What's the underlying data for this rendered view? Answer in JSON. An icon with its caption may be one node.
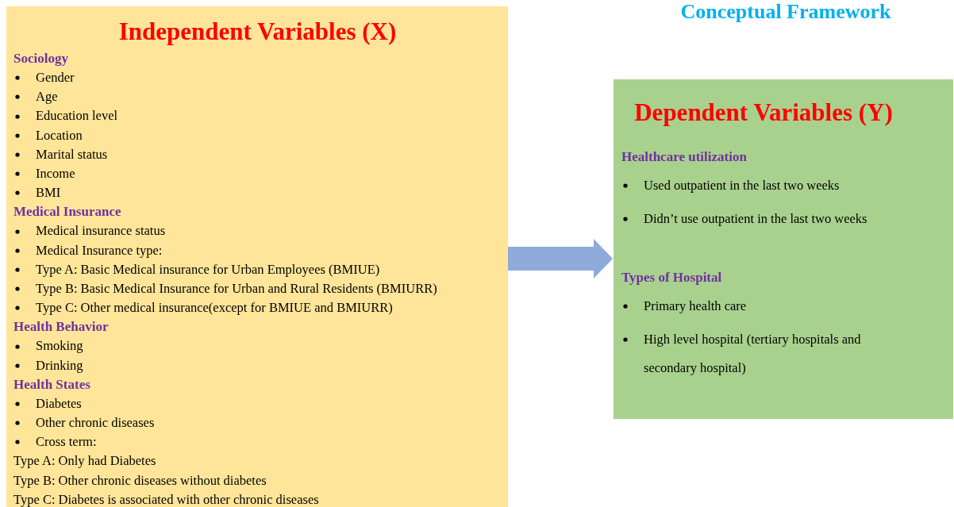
{
  "diagram": {
    "title": "Conceptual Framework",
    "nodes": [
      {
        "text": [
          "Independent Variables (X)",
          "Sociology",
          "Gender",
          "Age",
          "Education level",
          "Location",
          "Marital status",
          "Income",
          "BMI",
          "Medical Insurance",
          "Medical insurance status",
          "Medical Insurance type:",
          "Type A: Basic Medical insurance for Urban Employees (BMIUE)",
          "Type B: Basic Medical Insurance for Urban and Rural Residents (BMIURR)",
          "Type C: Other medical insurance(except for BMIUE and BMIURR)",
          "Health Behavior",
          "Smoking",
          "Drinking",
          "Health States",
          "Diabetes",
          "Other chronic diseases",
          "Cross term:",
          "Type A: Only had Diabetes",
          "Type B: Other chronic diseases without diabetes",
          "Type C: Diabetes is associated with other chronic diseases"
        ]
      },
      {
        "text": [
          "Dependent Variables (Y)",
          "Healthcare utilization",
          "Used outpatient in the last two weeks",
          "Didn’t use outpatient in the last two weeks",
          "Types of Hospital",
          "Primary health care",
          "High level hospital (tertiary hospitals and secondary hospital)"
        ]
      }
    ],
    "edges": [
      {
        "from": 0,
        "to": 1,
        "arrow": "to",
        "style": "thick",
        "color": "#8eaadb"
      }
    ]
  }
}
